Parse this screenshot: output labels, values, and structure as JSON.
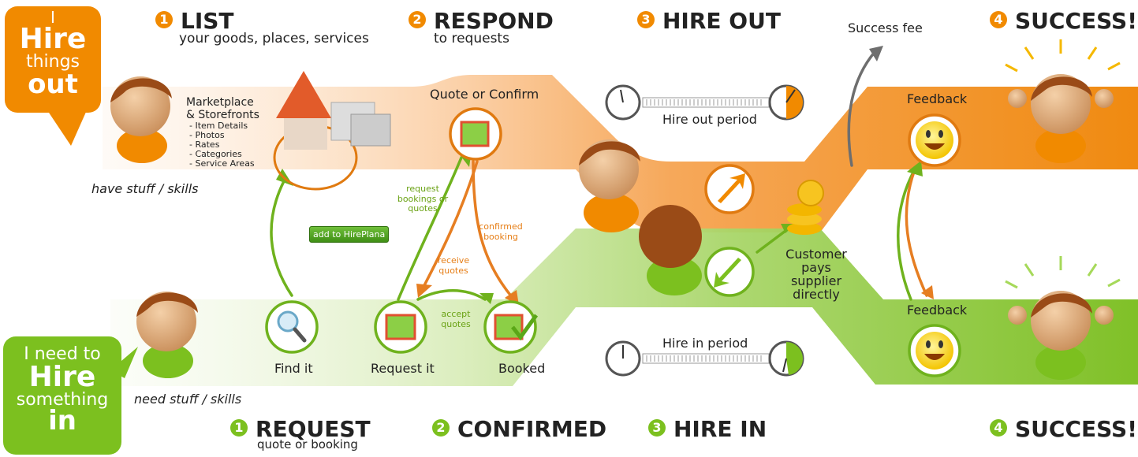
{
  "badges": {
    "hire_out": {
      "line1": "I",
      "line2": "Hire",
      "line3": "things",
      "line4": "out"
    },
    "hire_in": {
      "line1": "I need to",
      "line2": "Hire",
      "line3": "something",
      "line4": "in"
    }
  },
  "top_steps": [
    {
      "num": "1",
      "title": "LIST",
      "subtitle": "your goods, places, services"
    },
    {
      "num": "2",
      "title": "RESPOND",
      "subtitle": "to requests"
    },
    {
      "num": "3",
      "title": "HIRE OUT",
      "subtitle": ""
    },
    {
      "num": "4",
      "title": "SUCCESS!",
      "subtitle": ""
    }
  ],
  "bottom_steps": [
    {
      "num": "1",
      "title": "REQUEST",
      "subtitle": "quote or booking"
    },
    {
      "num": "2",
      "title": "CONFIRMED",
      "subtitle": ""
    },
    {
      "num": "3",
      "title": "HIRE IN",
      "subtitle": ""
    },
    {
      "num": "4",
      "title": "SUCCESS!",
      "subtitle": ""
    }
  ],
  "marketplace": {
    "title_line1": "Marketplace",
    "title_line2": "& Storefronts",
    "items": [
      "- Item Details",
      "- Photos",
      "- Rates",
      "- Categories",
      "- Service Areas"
    ]
  },
  "captions": {
    "have_stuff": "have stuff / skills",
    "need_stuff": "need stuff / skills",
    "quote_confirm": "Quote or Confirm",
    "hire_out_period": "Hire out period",
    "hire_in_period": "Hire in period",
    "success_fee": "Success fee",
    "feedback_top": "Feedback",
    "feedback_bottom": "Feedback",
    "customer_pays": [
      "Customer",
      "pays",
      "supplier",
      "directly"
    ],
    "find_it": "Find it",
    "request_it": "Request it",
    "booked": "Booked",
    "add_button": "add to HirePlana"
  },
  "arrow_labels": {
    "request_bookings": [
      "request",
      "bookings or",
      "quotes"
    ],
    "confirmed_booking": [
      "confirmed",
      "booking"
    ],
    "receive_quotes": [
      "receive",
      "quotes"
    ],
    "accept_quotes": [
      "accept",
      "quotes"
    ]
  },
  "colors": {
    "orange": "#f18a00",
    "green": "#7cc01f"
  }
}
